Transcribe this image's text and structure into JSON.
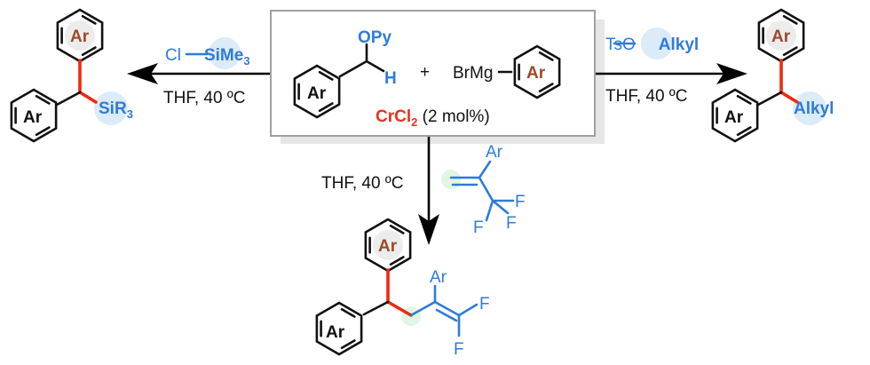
{
  "reactant_box": {
    "substrate_leaving_group": "OPy",
    "substrate_h": "H",
    "substrate_ring_label": "Ar",
    "plus": "+",
    "grignard_prefix": "BrMg",
    "grignard_ring_label": "Ar",
    "catalyst": "CrCl",
    "catalyst_subscript": "2",
    "catalyst_loading": "(2 mol%)"
  },
  "left_reaction": {
    "reagent_cl": "Cl",
    "reagent_si": "SiMe",
    "reagent_si_sub": "3",
    "conditions": "THF, 40 ºC",
    "product_top_ring": "Ar",
    "product_bottom_ring": "Ar",
    "product_group": "SiR",
    "product_group_sub": "3"
  },
  "right_reaction": {
    "reagent_ts": "TsO",
    "reagent_alkyl": "Alkyl",
    "conditions": "THF, 40 ºC",
    "product_top_ring": "Ar",
    "product_bottom_ring": "Ar",
    "product_group": "Alkyl"
  },
  "bottom_reaction": {
    "conditions": "THF, 40 ºC",
    "reagent_ar": "Ar",
    "reagent_f1": "F",
    "reagent_f2": "F",
    "reagent_f3": "F",
    "product_top_ring": "Ar",
    "product_bottom_ring": "Ar",
    "product_ar": "Ar",
    "product_f1": "F",
    "product_f2": "F"
  },
  "colors": {
    "blue": "#2f7bd9",
    "red": "#e8321b",
    "brown": "#9a4a2a",
    "highlight_blue": "#dcebf8",
    "highlight_green": "#e2f5e2",
    "highlight_gray": "#ececec"
  }
}
